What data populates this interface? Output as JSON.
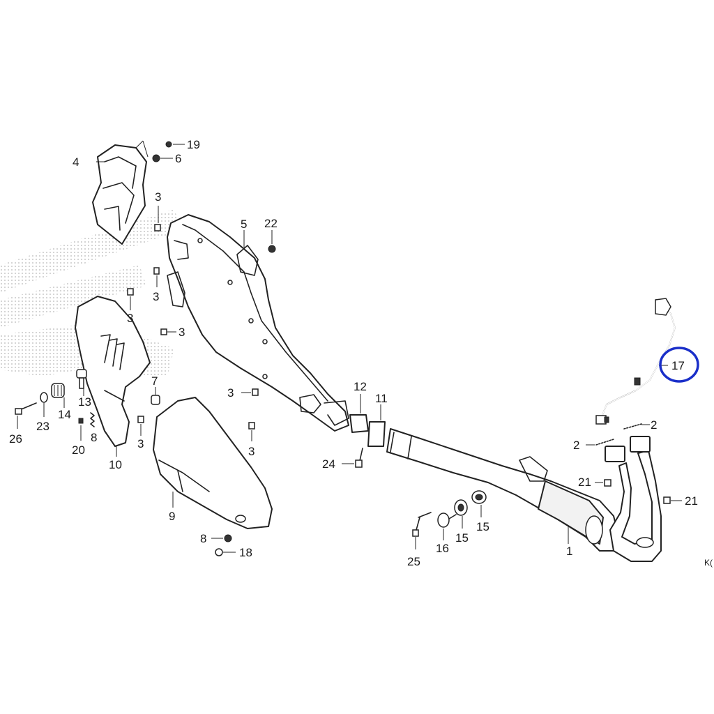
{
  "parts": {
    "p1": "1",
    "p2a": "2",
    "p2b": "2",
    "p3a": "3",
    "p3b": "3",
    "p3c": "3",
    "p3d": "3",
    "p3e": "3",
    "p3f": "3",
    "p3g": "3",
    "p4": "4",
    "p5": "5",
    "p6": "6",
    "p7": "7",
    "p8a": "8",
    "p8b": "8",
    "p9": "9",
    "p10": "10",
    "p11": "11",
    "p12": "12",
    "p13": "13",
    "p14": "14",
    "p15a": "15",
    "p15b": "15",
    "p16": "16",
    "p17": "17",
    "p18": "18",
    "p19": "19",
    "p20": "20",
    "p21a": "21",
    "p21b": "21",
    "p22": "22",
    "p23": "23",
    "p24": "24",
    "p25": "25",
    "p26": "26"
  },
  "corner_code": "K(",
  "highlight": {
    "part": "17",
    "color": "#1a2fc9"
  },
  "colors": {
    "line": "#222222",
    "watermark": "#cccccc"
  }
}
